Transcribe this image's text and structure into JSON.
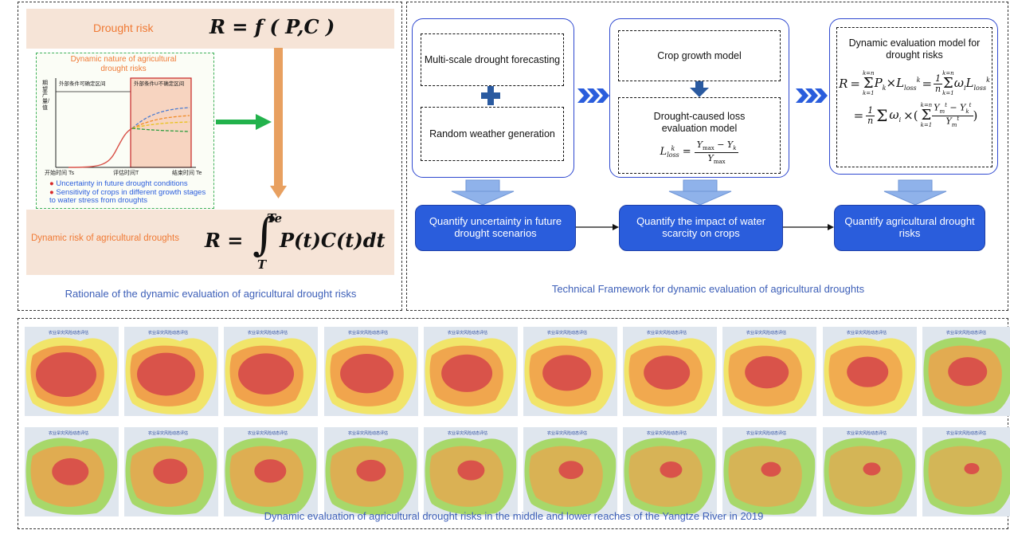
{
  "left_panel": {
    "drought_risk_label": "Drought risk",
    "formula_top": "R = f ( P,C )",
    "inset": {
      "title": "Dynamic nature of agricultural drought risks",
      "ylabel_cn": "期望产量/值",
      "zone1_cn": "外部条件可确定区间",
      "zone2_cn": "外部条件U不确定区间",
      "x_start_cn": "开始时间 Ts",
      "x_eval_cn": "评估时间T",
      "x_end_cn": "结束时间 Te",
      "bullets": [
        "Uncertainty in future drought conditions",
        "Sensitivity of crops in different growth stages to water stress from droughts"
      ]
    },
    "dynamic_risk_label": "Dynamic risk of agricultural droughts",
    "formula_bottom_R": "R =",
    "formula_bottom_upper": "Te",
    "formula_bottom_lower": "T",
    "formula_bottom_integrand": "P(t)C(t)dt",
    "caption": "Rationale of the dynamic evaluation of agricultural drought risks"
  },
  "right_panel": {
    "col1": {
      "box1": "Multi-scale drought forecasting",
      "box2": "Random weather generation",
      "result": "Quantify uncertainty in future drought scenarios"
    },
    "col2": {
      "box1": "Crop growth model",
      "box2": "Drought-caused loss evaluation  model",
      "result": "Quantify the impact of water scarcity on crops"
    },
    "col3": {
      "title": "Dynamic evaluation model for drought risks",
      "result": "Quantify agricultural drought risks"
    },
    "caption": "Technical Framework for dynamic evaluation of agricultural droughts"
  },
  "bottom_panel": {
    "caption": "Dynamic evaluation of agricultural drought risks in the middle and lower reaches of the Yangtze River in 2019",
    "map_title_cn": "农业旱灾风险动态评估"
  },
  "colors": {
    "accent_blue": "#2a5ddc",
    "orange_arrow": "#e8a060",
    "green_arrow": "#22b24c",
    "risk_high": "#d9534a",
    "risk_mid": "#f0a04b",
    "risk_low": "#f1e56a",
    "risk_none": "#a7d86a"
  }
}
